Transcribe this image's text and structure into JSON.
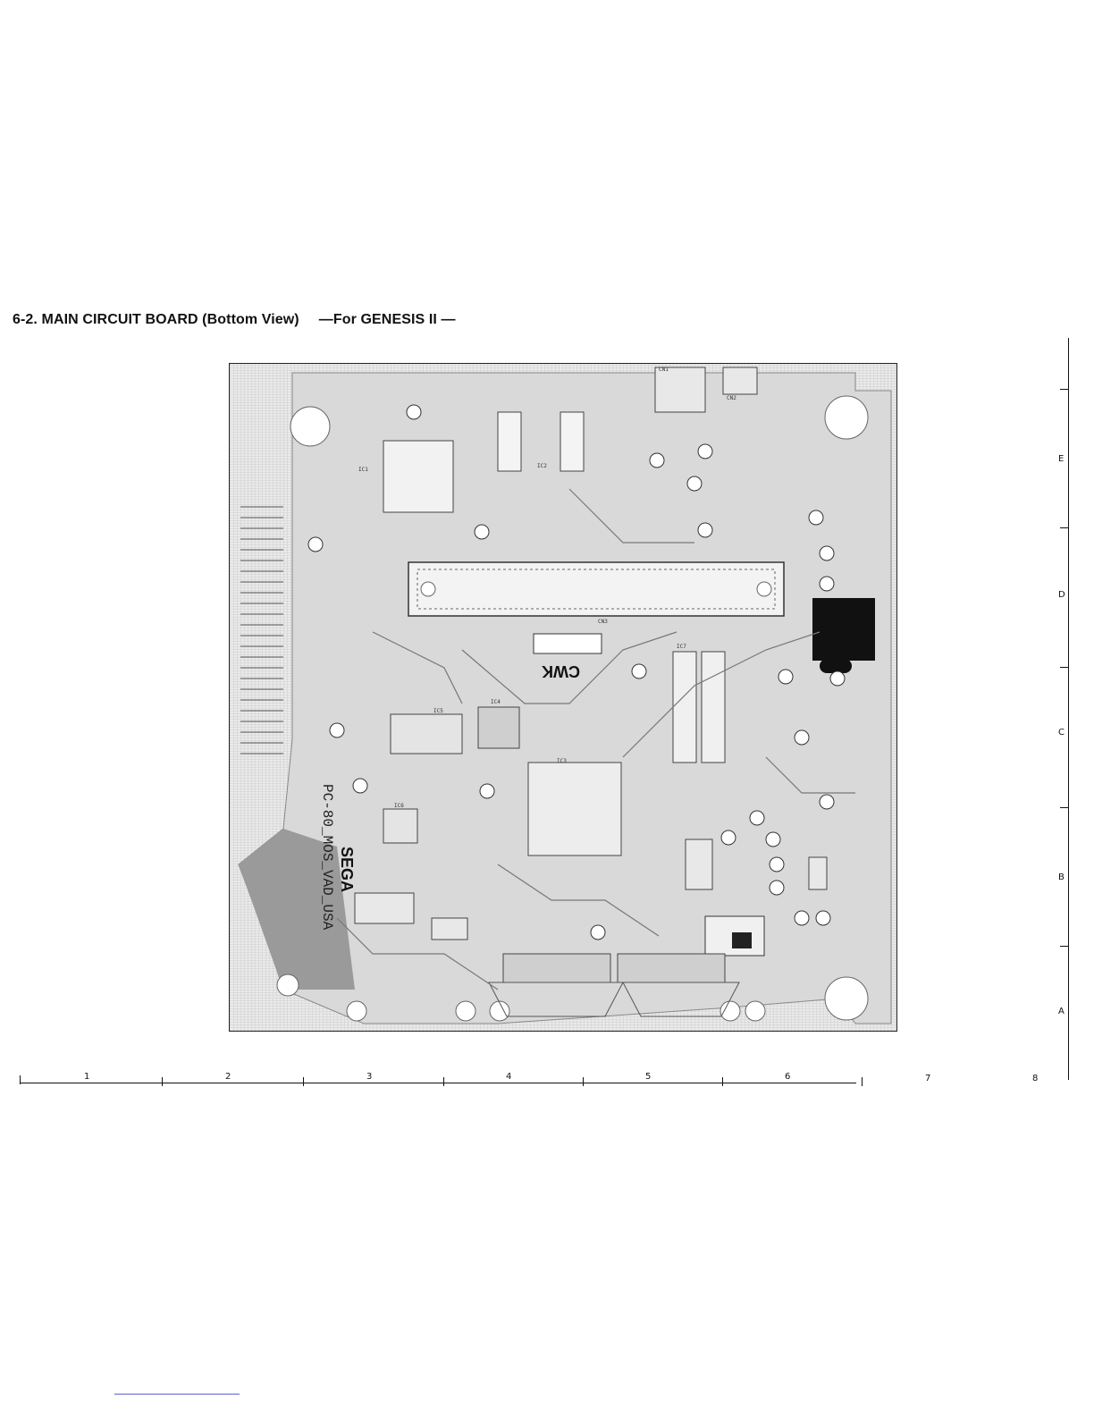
{
  "header": {
    "title": "6-2. MAIN CIRCUIT BOARD (Bottom View)",
    "subtitle": "—For GENESIS II —"
  },
  "board": {
    "silkscreen_vertical": "PC-80_MOS_VAD_USA",
    "brand": "SEGA",
    "logo": "CWK",
    "chip_labels": [
      "IC1",
      "IC2",
      "IC3",
      "IC4",
      "IC5",
      "IC6",
      "IC7",
      "CN1",
      "CN2",
      "CN3"
    ]
  },
  "grid": {
    "columns": [
      "1",
      "2",
      "3",
      "4",
      "5",
      "6",
      "7",
      "8"
    ],
    "rows": [
      "E",
      "D",
      "C",
      "B",
      "A"
    ]
  }
}
